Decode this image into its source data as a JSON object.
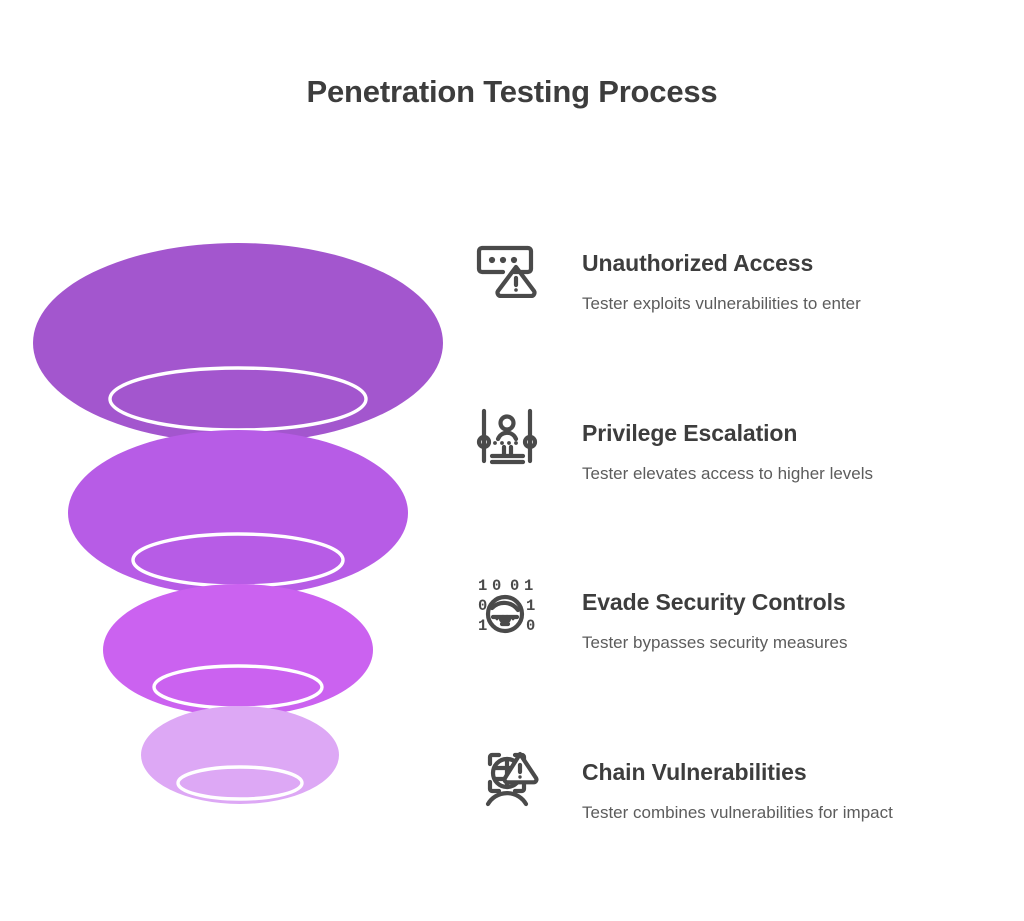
{
  "page": {
    "title": "Penetration Testing Process",
    "background": "#ffffff",
    "title_color": "#3d3d3d"
  },
  "funnel": {
    "name": "penetration-testing-funnel",
    "orientation": "vertical-descending",
    "tier_count": 4,
    "outline_color": "#ffffff",
    "tiers": [
      {
        "label": "Unauthorized Access",
        "color": "#a356ce",
        "order": 1
      },
      {
        "label": "Privilege Escalation",
        "color": "#b75ce6",
        "order": 2
      },
      {
        "label": "Evade Security Controls",
        "color": "#cb62f0",
        "order": 3
      },
      {
        "label": "Chain Vulnerabilities",
        "color": "#dda8f5",
        "order": 4
      }
    ]
  },
  "steps": [
    {
      "icon": "password-field-warning-icon",
      "heading": "Unauthorized Access",
      "description": "Tester exploits vulnerabilities to enter"
    },
    {
      "icon": "privilege-sliders-user-icon",
      "heading": "Privilege Escalation",
      "description": "Tester elevates access to higher levels"
    },
    {
      "icon": "binary-face-icon",
      "heading": "Evade Security Controls",
      "description": "Tester bypasses security measures",
      "binary_digits": [
        "1",
        "0",
        "0",
        "1",
        "0",
        "1",
        "1",
        "0"
      ]
    },
    {
      "icon": "scan-frame-warning-icon",
      "heading": "Chain Vulnerabilities",
      "description": "Tester combines vulnerabilities for impact"
    }
  ]
}
